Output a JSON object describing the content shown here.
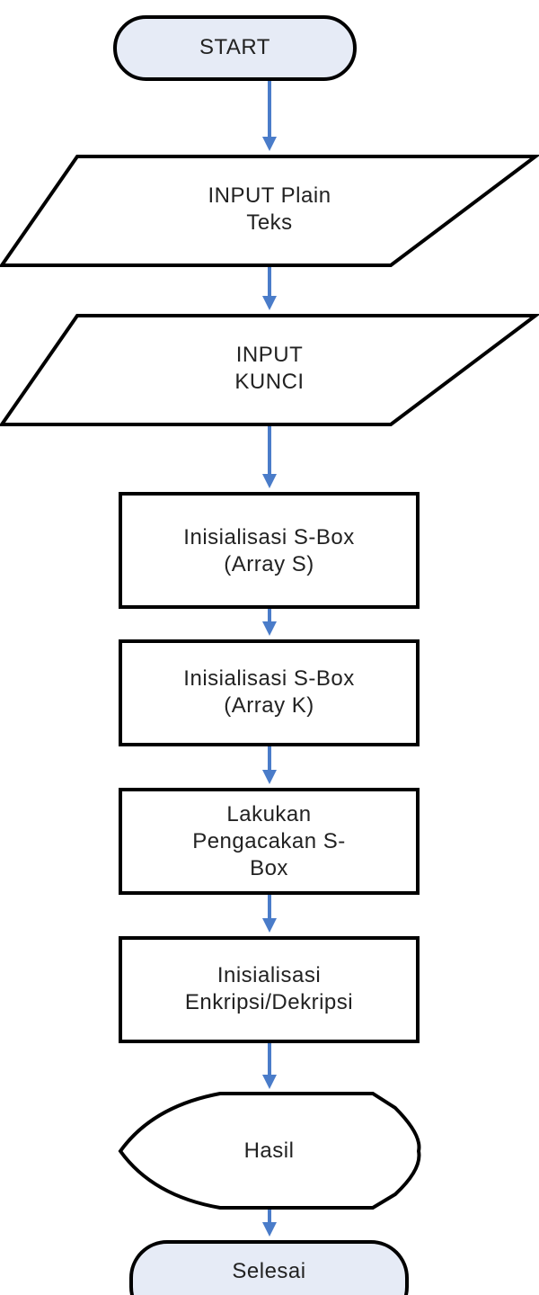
{
  "title": "Flowchart RC4 Enkripsi/Dekripsi",
  "colors": {
    "arrow": "#4a7cc9",
    "terminal_fill": "#e6ebf6",
    "stroke": "#000000"
  },
  "nodes": [
    {
      "id": "start",
      "shape": "terminator",
      "text": "START"
    },
    {
      "id": "input-plain",
      "shape": "parallelogram",
      "line1": "INPUT Plain",
      "line2": "Teks"
    },
    {
      "id": "input-key",
      "shape": "parallelogram",
      "line1": "INPUT",
      "line2": "KUNCI"
    },
    {
      "id": "init-s",
      "shape": "process",
      "line1": "Inisialisasi S-Box",
      "line2": "(Array S)"
    },
    {
      "id": "init-k",
      "shape": "process",
      "line1": "Inisialisasi S-Box",
      "line2": "(Array K)"
    },
    {
      "id": "shuffle",
      "shape": "process",
      "line1": "Lakukan",
      "line2": "Pengacakan S-",
      "line3": "Box"
    },
    {
      "id": "init-enc",
      "shape": "process",
      "line1": "Inisialisasi",
      "line2": "Enkripsi/Dekripsi"
    },
    {
      "id": "result",
      "shape": "display",
      "text": "Hasil"
    },
    {
      "id": "end",
      "shape": "terminator",
      "text": "Selesai"
    }
  ]
}
